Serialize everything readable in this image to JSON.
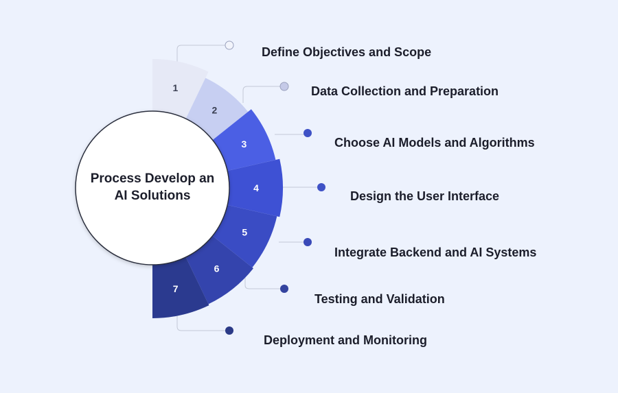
{
  "center": {
    "title_line1": "Process Develop an",
    "title_line2": "AI Solutions"
  },
  "colors": {
    "background": "#edf2fd",
    "segments": [
      "#e6e9f6",
      "#c7cff2",
      "#4b5fe4",
      "#3e51d4",
      "#3a4cc4",
      "#3444ad",
      "#2b3a8f"
    ],
    "dots": [
      "#f2f4fb",
      "#c5cae8",
      "#3f52c6",
      "#3f52c6",
      "#3a4ab8",
      "#34449f",
      "#2b3a87"
    ]
  },
  "steps": [
    {
      "number": "1",
      "label": "Define Objectives and Scope"
    },
    {
      "number": "2",
      "label": "Data Collection and Preparation"
    },
    {
      "number": "3",
      "label": "Choose AI Models and Algorithms"
    },
    {
      "number": "4",
      "label": "Design the User Interface"
    },
    {
      "number": "5",
      "label": "Integrate Backend and AI Systems"
    },
    {
      "number": "6",
      "label": "Testing and Validation"
    },
    {
      "number": "7",
      "label": "Deployment and Monitoring"
    }
  ]
}
